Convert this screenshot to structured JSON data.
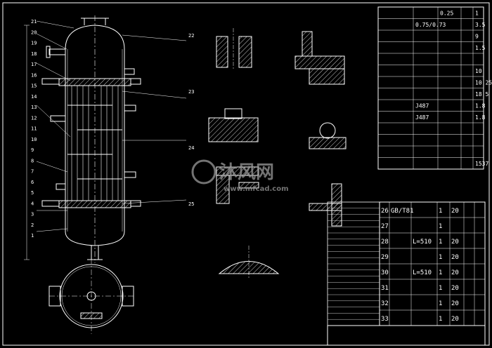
{
  "watermark": {
    "brand": "沐风网",
    "url": "www.mfcad.com"
  },
  "drawing": {
    "colors": {
      "background": "#000000",
      "line": "#ffffff",
      "hatch": "#ffffff",
      "watermark": "#9a9a9a"
    }
  },
  "spec_table": {
    "rows": [
      [
        "",
        "",
        "0.25",
        "",
        "1"
      ],
      [
        "",
        "0.75/0.73",
        "",
        "",
        "3.5"
      ],
      [
        "",
        "",
        "",
        "",
        "9"
      ],
      [
        "",
        "",
        "",
        "",
        "1.5"
      ],
      [
        "",
        "",
        "",
        "",
        ""
      ],
      [
        "",
        "",
        "",
        "",
        "10"
      ],
      [
        "",
        "",
        "",
        "",
        "10.25"
      ],
      [
        "",
        "",
        "",
        "",
        "18.5"
      ],
      [
        "",
        "J487",
        "",
        "",
        "1.8"
      ],
      [
        "",
        "J487",
        "",
        "",
        "1.8"
      ],
      [
        "",
        "",
        "",
        "",
        ""
      ],
      [
        "",
        "",
        "",
        "",
        ""
      ],
      [
        "",
        "",
        "",
        "",
        ""
      ],
      [
        "",
        "",
        "",
        "",
        "1537"
      ]
    ]
  },
  "parts_table": {
    "rows": [
      [
        "26",
        "GB/T81",
        "",
        "1",
        "20",
        "",
        ""
      ],
      [
        "27",
        "",
        "",
        "1",
        "",
        "",
        ""
      ],
      [
        "28",
        "",
        "L=510",
        "1",
        "20",
        "",
        ""
      ],
      [
        "29",
        "",
        "",
        "1",
        "20",
        "",
        ""
      ],
      [
        "30",
        "",
        "L=510",
        "1",
        "20",
        "",
        ""
      ],
      [
        "31",
        "",
        "",
        "1",
        "20",
        "",
        ""
      ],
      [
        "32",
        "",
        "",
        "1",
        "20",
        "",
        ""
      ],
      [
        "33",
        "",
        "",
        "1",
        "20",
        "",
        ""
      ]
    ]
  },
  "callouts": {
    "left": [
      "21",
      "20",
      "19",
      "18",
      "17",
      "16",
      "15",
      "14",
      "13",
      "12",
      "11",
      "10",
      "9",
      "8",
      "7",
      "6",
      "5",
      "4",
      "3",
      "2",
      "1"
    ],
    "right": [
      "22",
      "23",
      "24",
      "25"
    ]
  }
}
